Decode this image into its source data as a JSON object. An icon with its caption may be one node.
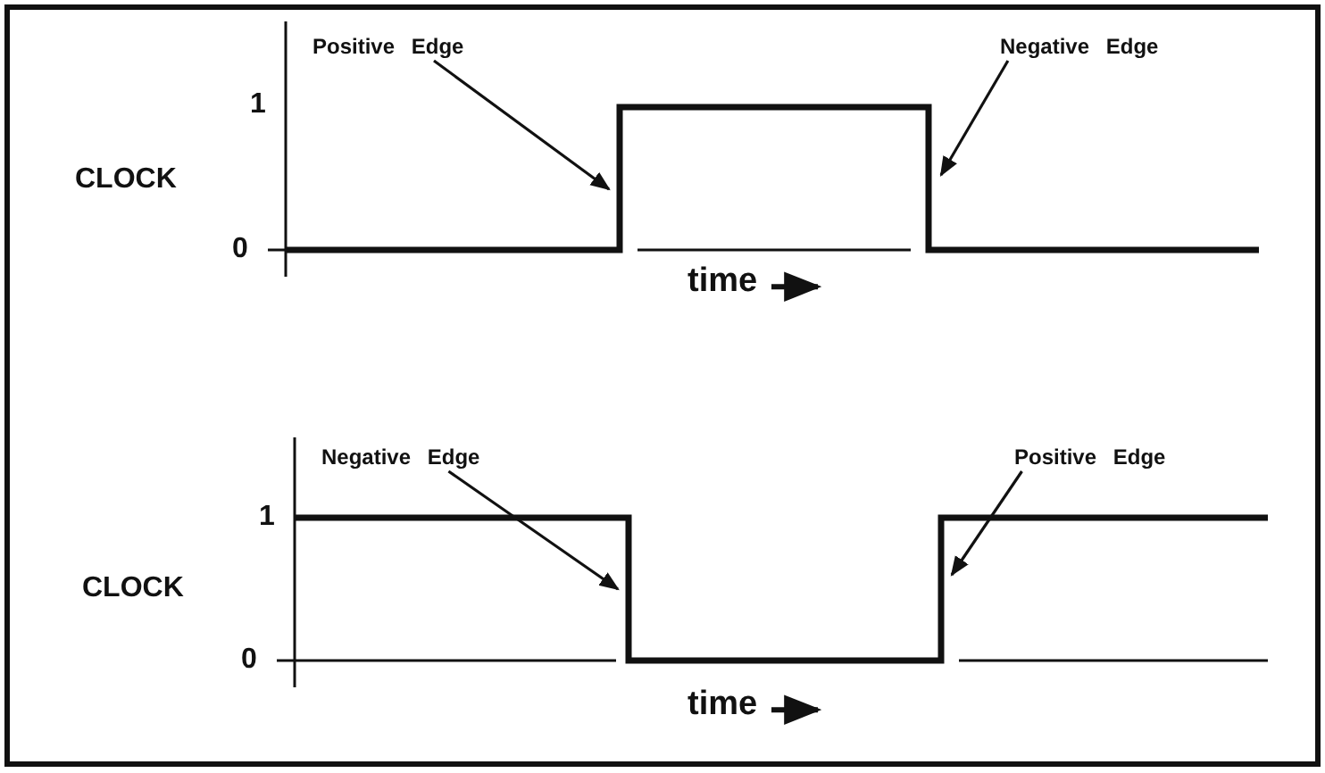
{
  "diagram": {
    "nodes": [
      {
        "text": [
          "Positive Edge"
        ]
      },
      {
        "text": [
          "Negative Edge"
        ]
      },
      {
        "text": [
          "Negative Edge"
        ]
      },
      {
        "text": [
          "Positive Edge"
        ]
      }
    ],
    "edges": [
      {
        "from": 0,
        "to": null,
        "arrow": "to"
      },
      {
        "from": 1,
        "to": null,
        "arrow": "to"
      },
      {
        "from": 2,
        "to": null,
        "arrow": "to"
      },
      {
        "from": 3,
        "to": null,
        "arrow": "to"
      }
    ],
    "labels": [
      "1",
      "CLOCK",
      "0",
      "time",
      "1",
      "CLOCK",
      "0",
      "time"
    ]
  }
}
